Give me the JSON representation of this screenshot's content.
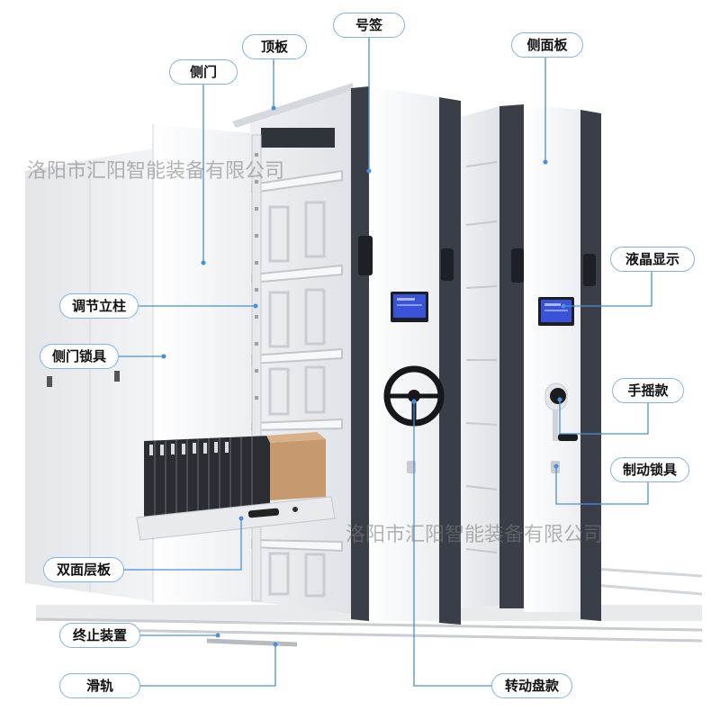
{
  "labels": {
    "number_tag": "号签",
    "top_panel": "顶板",
    "side_panel": "侧面板",
    "side_door": "侧门",
    "lcd_display": "液晶显示",
    "adjust_column": "调节立柱",
    "side_door_lock": "侧门锁具",
    "hand_crank": "手摇款",
    "brake_lock": "制动锁具",
    "double_shelf": "双面层板",
    "stop_device": "终止装置",
    "rail": "滑轨",
    "turn_wheel": "转动盘款"
  },
  "watermark": {
    "top": "洛阳市汇阳智能装备有限公司",
    "bottom": "洛阳市汇阳智能装备有限公司"
  },
  "colors": {
    "label_border": "#7fb3e8",
    "leader_line": "#4a90d9",
    "frame_dark": "#3a3f47",
    "panel_white": "#f4f5f7",
    "lcd_blue": "#3a52d8"
  }
}
